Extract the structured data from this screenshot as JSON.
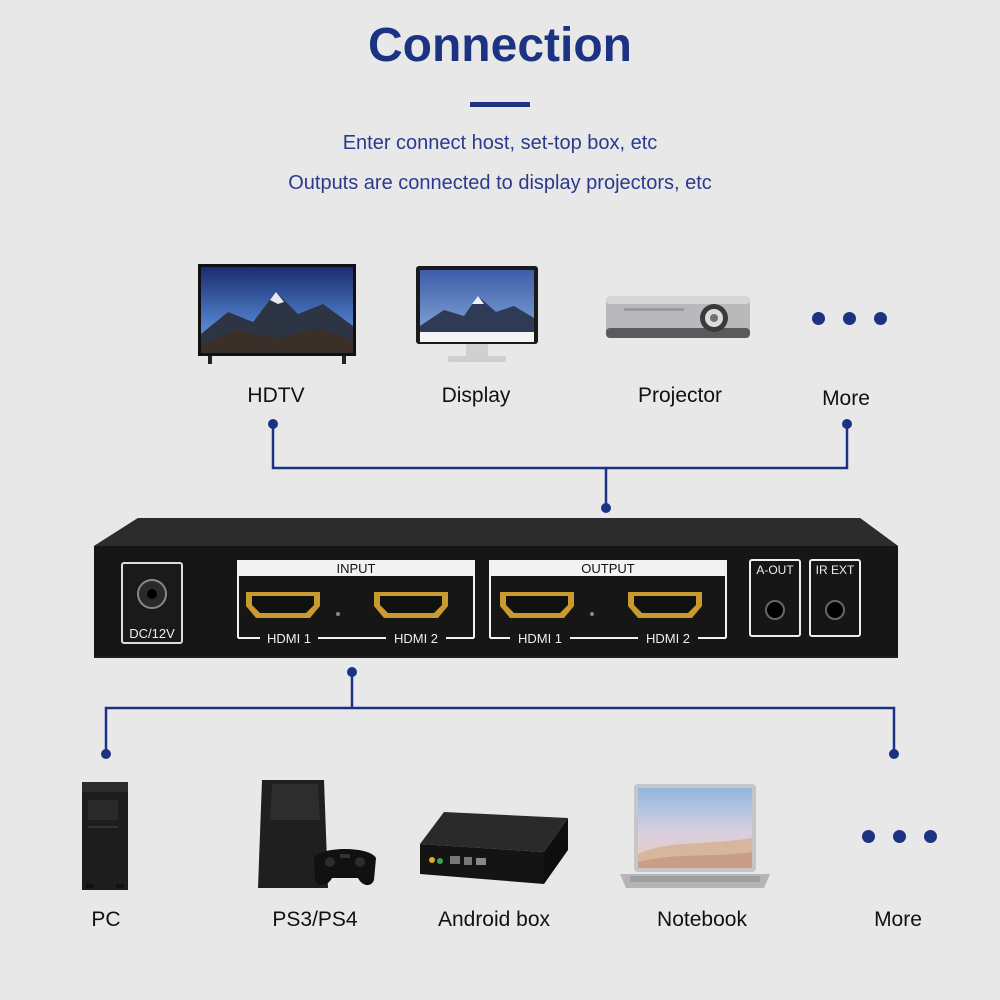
{
  "header": {
    "title": "Connection",
    "line1": "Enter connect host, set-top box, etc",
    "line2": "Outputs are connected to display projectors, etc"
  },
  "outputs": {
    "hdtv": "HDTV",
    "display": "Display",
    "projector": "Projector",
    "more": "More"
  },
  "device": {
    "power": "DC/12V",
    "input_label": "INPUT",
    "output_label": "OUTPUT",
    "in1": "HDMI 1",
    "in2": "HDMI 2",
    "out1": "HDMI 1",
    "out2": "HDMI 2",
    "aout": "A-OUT",
    "irext": "IR EXT"
  },
  "inputs": {
    "pc": "PC",
    "ps": "PS3/PS4",
    "android": "Android box",
    "notebook": "Notebook",
    "more": "More"
  },
  "colors": {
    "accent": "#1c3384",
    "text": "#111111",
    "background": "#e8e8e8"
  }
}
